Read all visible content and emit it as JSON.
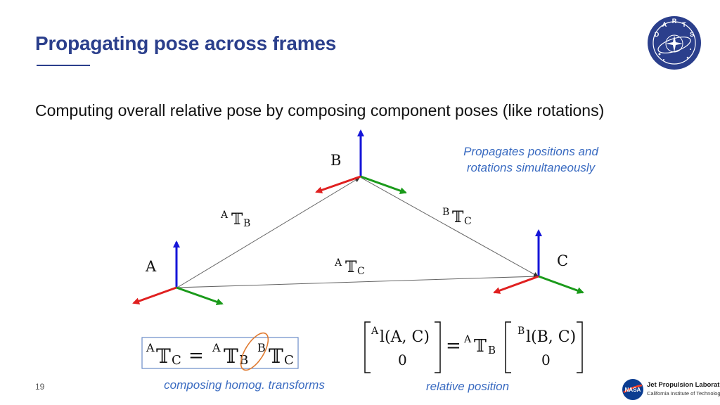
{
  "slide": {
    "title": "Propagating pose across frames",
    "subtitle": "Computing overall relative pose by composing component poses (like rotations)",
    "page_number": "19"
  },
  "logo": {
    "letters": [
      "D",
      "A",
      "R",
      "T",
      "S"
    ],
    "color": "#2b3f8c"
  },
  "diagram": {
    "frames": [
      {
        "id": "A",
        "label": "A"
      },
      {
        "id": "B",
        "label": "B"
      },
      {
        "id": "C",
        "label": "C"
      }
    ],
    "transforms": {
      "ab": {
        "sup": "A",
        "base": "𝕋",
        "sub": "B"
      },
      "bc": {
        "sup": "B",
        "base": "𝕋",
        "sub": "C"
      },
      "ac": {
        "sup": "A",
        "base": "𝕋",
        "sub": "C"
      }
    },
    "axis_colors": {
      "x": "#e02020",
      "y": "#1a9a1a",
      "z": "#1515d8"
    },
    "edge_color": "#666666"
  },
  "notes": {
    "top_line1": "Propagates positions and",
    "top_line2": "rotations simultaneously",
    "left": "composing homog. transforms",
    "right": "relative position"
  },
  "equation_left": {
    "lhs_sup": "A",
    "lhs_sub": "C",
    "mid_sup": "A",
    "mid_sub": "B",
    "rhs_sup": "B",
    "rhs_sub": "C",
    "T": "𝕋",
    "eq": "=",
    "highlight_color": "#e07a30",
    "box_color": "#6a8cc7"
  },
  "equation_right": {
    "l1_sup": "A",
    "l1_body": "l(A, C)",
    "l1_zero": "0",
    "t_sup": "A",
    "t_sub": "B",
    "T": "𝕋",
    "eq": "=",
    "l2_sup": "B",
    "l2_body": "l(B, C)",
    "l2_zero": "0"
  },
  "footer": {
    "jpl_line1": "Jet Propulsion Laboratory",
    "jpl_line2": "California Institute of Technology",
    "nasa": "NASA"
  }
}
